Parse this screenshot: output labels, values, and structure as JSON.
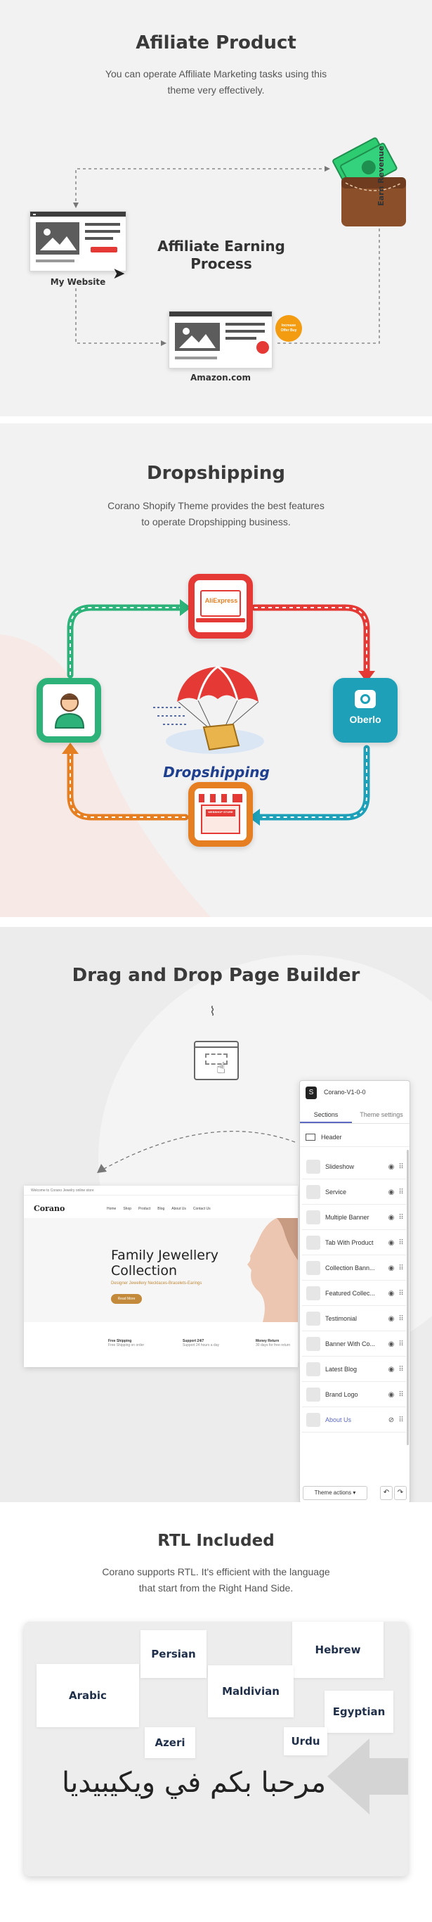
{
  "affiliate": {
    "title": "Afiliate Product",
    "desc_line1": "You can operate Affiliate Marketing tasks using this",
    "desc_line2": "theme very effectively.",
    "process_line1": "Affiliate Earning",
    "process_line2": "Process",
    "my_website": "My Website",
    "amazon": "Amazon.com",
    "earn_revenue": "Earn Revenue",
    "badge_line1": "Increase",
    "badge_line2": "Offer Buy"
  },
  "dropshipping": {
    "title": "Dropshipping",
    "desc_line1": "Corano Shopify Theme provides the best features",
    "desc_line2": "to operate Dropshipping business.",
    "center_label": "Dropshipping",
    "aliexpress": "AliExpress",
    "oberlo": "Oberlo",
    "store_sign": "WEBSHOP STORE"
  },
  "builder": {
    "title": "Drag and Drop Page Builder",
    "store": {
      "topline": "Welcome to Corano Jewelry online store",
      "logo": "Corano",
      "nav": [
        "Home",
        "Shop",
        "Product",
        "Blog",
        "About Us",
        "Contact Us"
      ],
      "hero_line1": "Family Jewellery",
      "hero_line2": "Collection",
      "hero_sub": "Designer Jewellery Necklaces-Bracelets-Earings",
      "hero_button": "Read More",
      "features": [
        {
          "title": "Free Shipping",
          "sub": "Free Shipping on order"
        },
        {
          "title": "Support 24/7",
          "sub": "Support 24 hours a day"
        },
        {
          "title": "Money Return",
          "sub": "30 days for free return"
        }
      ]
    },
    "sidebar": {
      "theme_name": "Corano-V1-0-0",
      "tab_sections": "Sections",
      "tab_theme": "Theme settings",
      "header_item": "Header",
      "items": [
        "Slideshow",
        "Service",
        "Multiple Banner",
        "Tab With Product",
        "Collection Bann...",
        "Featured Collec...",
        "Testimonial",
        "Banner With Co...",
        "Latest Blog",
        "Brand Logo",
        "About Us"
      ],
      "actions_button": "Theme actions"
    }
  },
  "rtl": {
    "title": "RTL Included",
    "desc_line1": "Corano supports RTL. It's efficient with the language",
    "desc_line2": "that start from the Right Hand Side.",
    "languages": [
      "Persian",
      "Hebrew",
      "Arabic",
      "Maldivian",
      "Egyptian",
      "Azeri",
      "Urdu"
    ],
    "arabic_text": "مرحبا بكم في ويكيبيديا"
  },
  "colors": {
    "panel_bg": "#f2f2f2",
    "red": "#e53935",
    "green": "#27ae60",
    "teal": "#1ea0b8",
    "orange": "#e67e22",
    "navy": "#1f3f8f"
  }
}
